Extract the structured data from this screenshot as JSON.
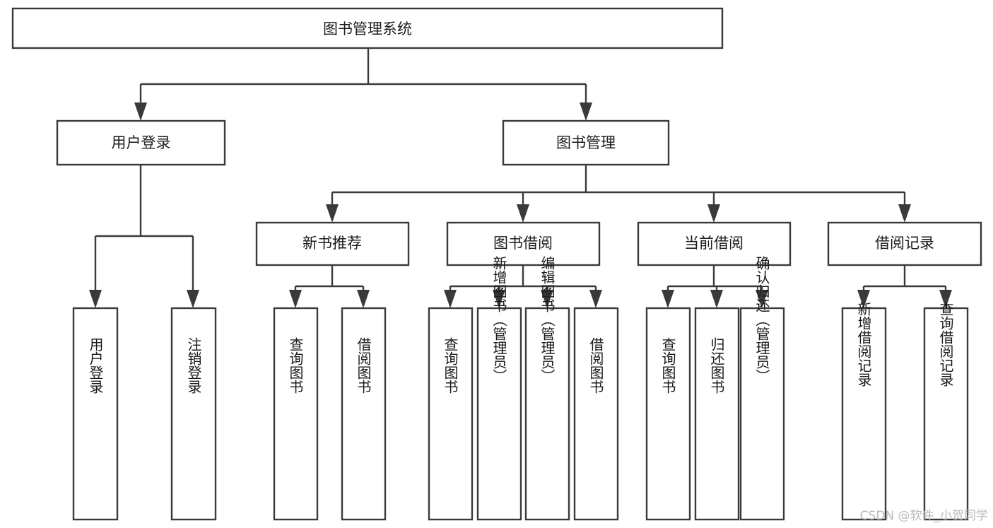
{
  "diagram": {
    "title": "图书管理系统",
    "type": "tree-hierarchy",
    "colors": {
      "stroke": "#3a3a3a",
      "fill": "#ffffff",
      "text": "#1b1b1b",
      "background": "#ffffff",
      "watermark": "#b9b9b9"
    },
    "levels": {
      "root_label": "图书管理系统",
      "level2": [
        "用户登录",
        "图书管理"
      ],
      "level3": [
        "新书推荐",
        "图书借阅",
        "当前借阅",
        "借阅记录"
      ]
    },
    "nodes": {
      "root": {
        "label": "图书管理系统",
        "orientation": "horizontal"
      },
      "user_login": {
        "label": "用户登录",
        "orientation": "horizontal"
      },
      "book_manage": {
        "label": "图书管理",
        "orientation": "horizontal"
      },
      "new_book_rec": {
        "label": "新书推荐",
        "orientation": "horizontal"
      },
      "book_borrow": {
        "label": "图书借阅",
        "orientation": "horizontal"
      },
      "current_borrow": {
        "label": "当前借阅",
        "orientation": "horizontal"
      },
      "borrow_record": {
        "label": "借阅记录",
        "orientation": "horizontal"
      },
      "leaf_user_login": {
        "label": "用户登录",
        "orientation": "vertical"
      },
      "leaf_user_logout": {
        "label": "注销登录",
        "orientation": "vertical"
      },
      "leaf_rec_query": {
        "label": "查询图书",
        "orientation": "vertical"
      },
      "leaf_rec_borrow": {
        "label": "借阅图书",
        "orientation": "vertical"
      },
      "leaf_borrow_query": {
        "label": "查询图书",
        "orientation": "vertical"
      },
      "leaf_borrow_add": {
        "label": "新增图书（管理员）",
        "orientation": "vertical"
      },
      "leaf_borrow_edit": {
        "label": "编辑图书（管理员）",
        "orientation": "vertical"
      },
      "leaf_borrow_lend": {
        "label": "借阅图书",
        "orientation": "vertical"
      },
      "leaf_cur_query": {
        "label": "查询图书",
        "orientation": "vertical"
      },
      "leaf_cur_return": {
        "label": "归还图书",
        "orientation": "vertical"
      },
      "leaf_cur_confirm": {
        "label": "确认归还（管理员）",
        "orientation": "vertical"
      },
      "leaf_rec_add": {
        "label": "新增借阅记录",
        "orientation": "vertical"
      },
      "leaf_rec_search": {
        "label": "查询借阅记录",
        "orientation": "vertical"
      }
    },
    "edges": [
      {
        "from": "root",
        "to": "user_login"
      },
      {
        "from": "root",
        "to": "book_manage"
      },
      {
        "from": "user_login",
        "to": "leaf_user_login"
      },
      {
        "from": "user_login",
        "to": "leaf_user_logout"
      },
      {
        "from": "book_manage",
        "to": "new_book_rec"
      },
      {
        "from": "book_manage",
        "to": "book_borrow"
      },
      {
        "from": "book_manage",
        "to": "current_borrow"
      },
      {
        "from": "book_manage",
        "to": "borrow_record"
      },
      {
        "from": "new_book_rec",
        "to": "leaf_rec_query"
      },
      {
        "from": "new_book_rec",
        "to": "leaf_rec_borrow"
      },
      {
        "from": "book_borrow",
        "to": "leaf_borrow_query"
      },
      {
        "from": "book_borrow",
        "to": "leaf_borrow_add"
      },
      {
        "from": "book_borrow",
        "to": "leaf_borrow_edit"
      },
      {
        "from": "book_borrow",
        "to": "leaf_borrow_lend"
      },
      {
        "from": "current_borrow",
        "to": "leaf_cur_query"
      },
      {
        "from": "current_borrow",
        "to": "leaf_cur_return"
      },
      {
        "from": "current_borrow",
        "to": "leaf_cur_confirm"
      },
      {
        "from": "borrow_record",
        "to": "leaf_rec_add"
      },
      {
        "from": "borrow_record",
        "to": "leaf_rec_search"
      }
    ]
  },
  "watermark": {
    "text": "CSDN @软件_小贺同学"
  }
}
